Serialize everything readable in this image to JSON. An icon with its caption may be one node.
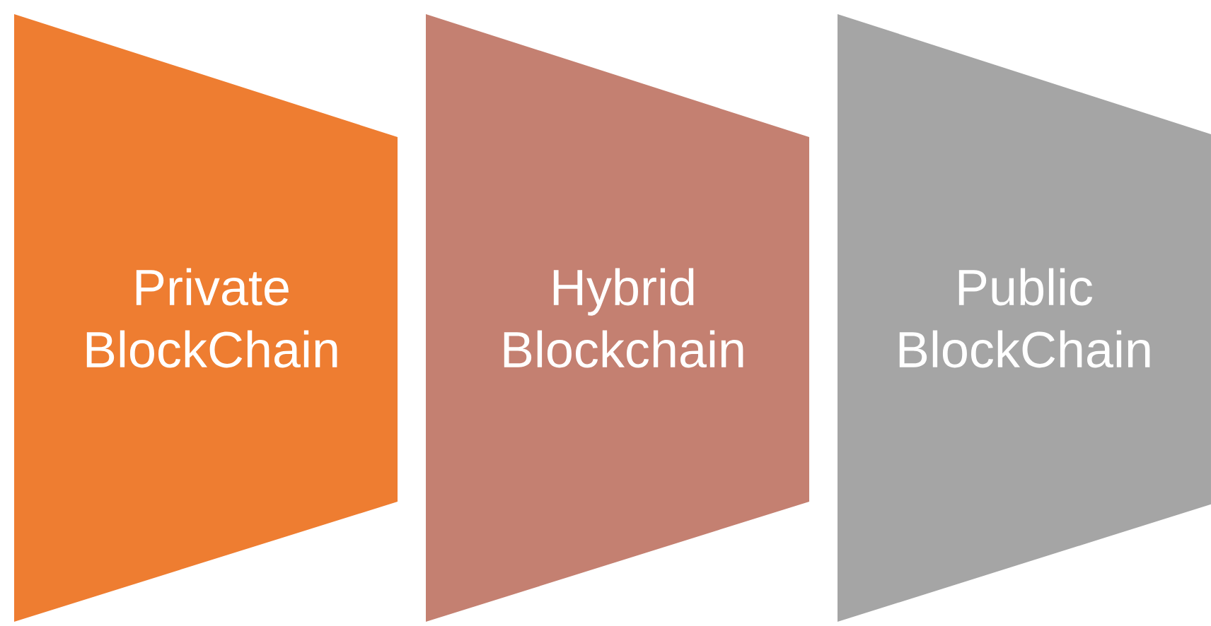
{
  "diagram": {
    "nodes": [
      {
        "text": [
          "Private BlockChain"
        ]
      },
      {
        "text": [
          "Hybrid Blockchain"
        ]
      },
      {
        "text": [
          "Public BlockChain"
        ]
      }
    ]
  }
}
